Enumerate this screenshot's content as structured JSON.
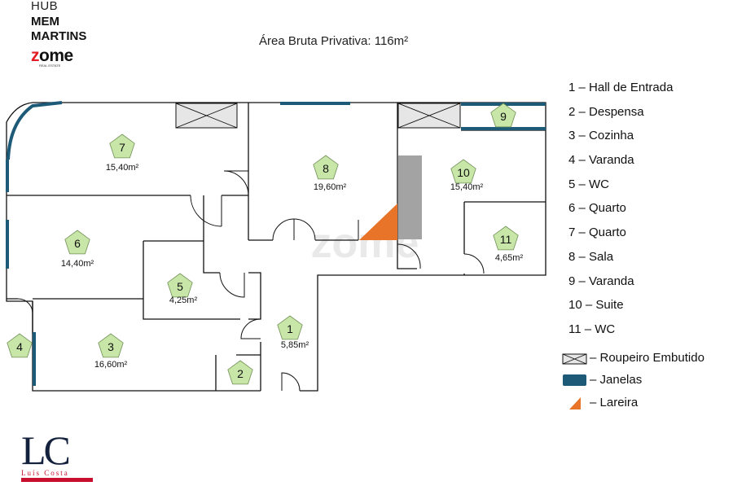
{
  "brand": {
    "hub": "HUB",
    "line1": "MEM",
    "line2": "MARTINS",
    "logo": "zome",
    "tagline": "REAL ESTATE"
  },
  "title": "Área Bruta Privativa: 116m²",
  "watermark": "zome",
  "rooms": [
    {
      "num": "1",
      "area": "5,85m²"
    },
    {
      "num": "2",
      "area": ""
    },
    {
      "num": "3",
      "area": "16,60m²"
    },
    {
      "num": "4",
      "area": ""
    },
    {
      "num": "5",
      "area": "4,25m²"
    },
    {
      "num": "6",
      "area": "14,40m²"
    },
    {
      "num": "7",
      "area": "15,40m²"
    },
    {
      "num": "8",
      "area": "19,60m²"
    },
    {
      "num": "9",
      "area": ""
    },
    {
      "num": "10",
      "area": "15,40m²"
    },
    {
      "num": "11",
      "area": "4,65m²"
    }
  ],
  "legend": [
    "1 – Hall de Entrada",
    "2 – Despensa",
    "3 – Cozinha",
    "4 – Varanda",
    "5 – WC",
    "6 – Quarto",
    "7 – Quarto",
    "8 – Sala",
    "9 – Varanda",
    "10 – Suite",
    "11 – WC"
  ],
  "symbols": {
    "wardrobe": "– Roupeiro Embutido",
    "windows": "– Janelas",
    "fireplace": "– Lareira"
  },
  "colors": {
    "room_badge": "#c8e6a8",
    "window": "#1d5a78",
    "fireplace": "#e8742a",
    "wall": "#111111",
    "column": "#a3a3a3"
  },
  "agent": {
    "monogram": "LC",
    "name": "Luís Costa"
  }
}
